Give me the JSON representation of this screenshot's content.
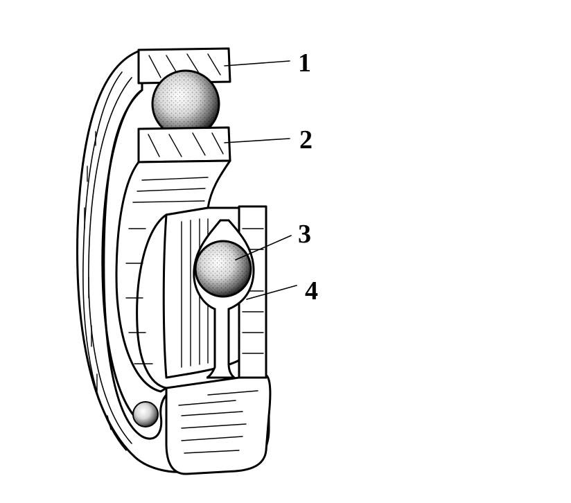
{
  "diagram": {
    "subject": "ball-bearing-cutaway",
    "colors": {
      "ink": "#000000",
      "paper": "#ffffff"
    },
    "callouts": [
      {
        "label": "1",
        "part": "outer-ring"
      },
      {
        "label": "2",
        "part": "inner-ring"
      },
      {
        "label": "3",
        "part": "ball"
      },
      {
        "label": "4",
        "part": "cage"
      }
    ]
  }
}
